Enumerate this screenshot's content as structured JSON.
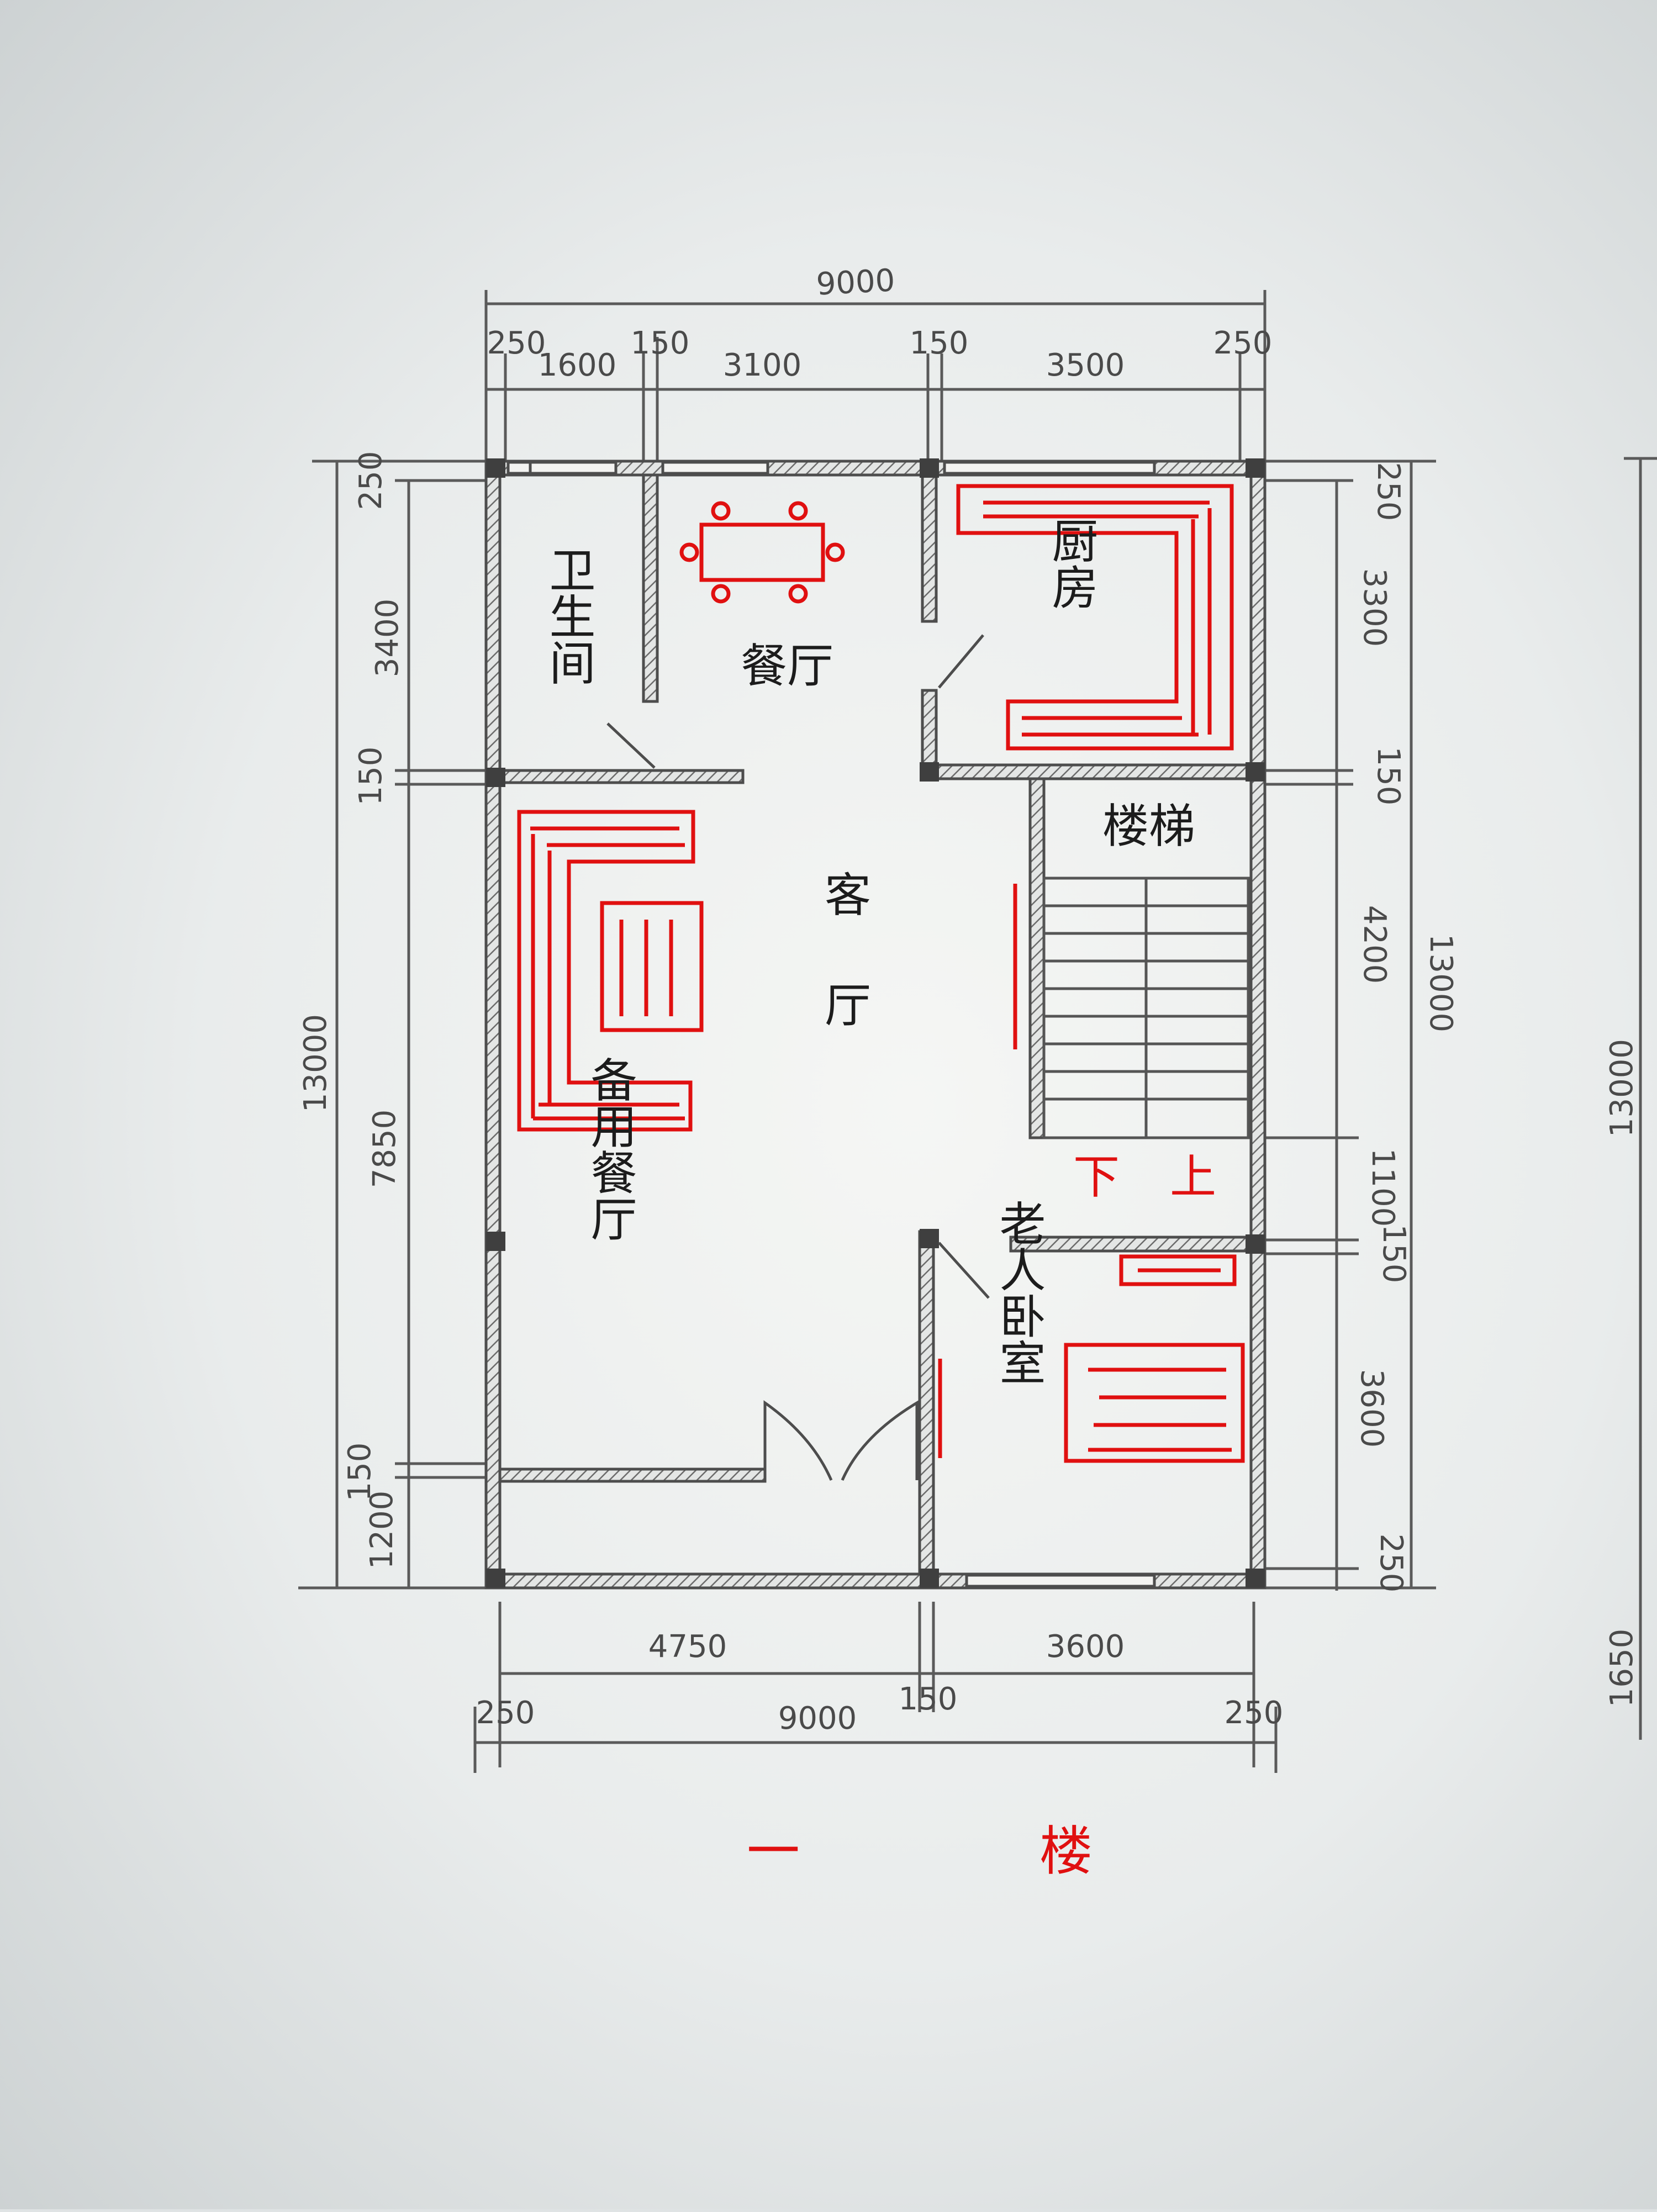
{
  "drawing": {
    "floor_title_left": "一",
    "floor_title_right": "楼"
  },
  "rooms": {
    "bathroom": "卫生间",
    "dining": "餐厅",
    "kitchen": "厨房",
    "stairs": "楼梯",
    "living_1": "客",
    "living_2": "厅",
    "spare_dining": "备用餐厅",
    "elder_bedroom": "老人卧室",
    "down": "下",
    "up": "上"
  },
  "dimensions": {
    "top_total": "9000",
    "top_segments": [
      "250",
      "1600",
      "150",
      "3100",
      "150",
      "3500",
      "250"
    ],
    "bottom_total": "9000",
    "bottom_segments": [
      "250",
      "4750",
      "150",
      "3600",
      "250"
    ],
    "left_total": "13000",
    "left_segments": [
      "250",
      "3400",
      "150",
      "7850",
      "150",
      "1200"
    ],
    "right_total": "13000",
    "right_segments": [
      "250",
      "3300",
      "150",
      "4200",
      "1100",
      "150",
      "3600",
      "250"
    ],
    "far_right_total": "13000",
    "far_right_partial": "1650"
  },
  "colors": {
    "wall_ink": "#4d4d4d",
    "furniture_red": "#e01010",
    "paper": "#f2f3f1"
  }
}
